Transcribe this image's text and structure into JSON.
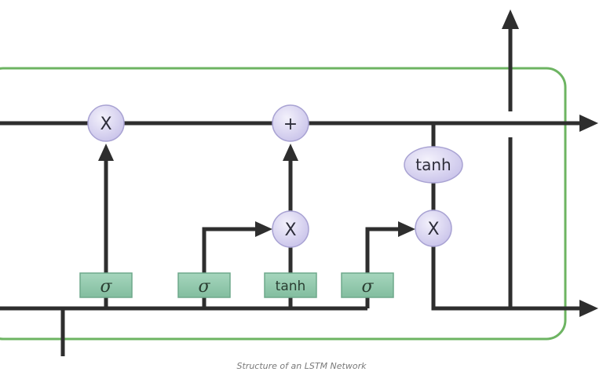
{
  "diagram": {
    "ops": {
      "forget_multiply": "X",
      "add": "+",
      "input_multiply": "X",
      "output_multiply": "X",
      "cell_tanh": "tanh"
    },
    "gates": {
      "forget": "σ",
      "input": "σ",
      "candidate": "tanh",
      "output": "σ"
    },
    "colors": {
      "cell_border": "#6db462",
      "line": "#2e2e2e",
      "op_fill": "#d9d5ef",
      "op_stroke": "#a9a3d3",
      "gate_fill": "#8dc5a9",
      "gate_stroke": "#6ea98b"
    }
  },
  "caption": "Structure of an LSTM Network"
}
